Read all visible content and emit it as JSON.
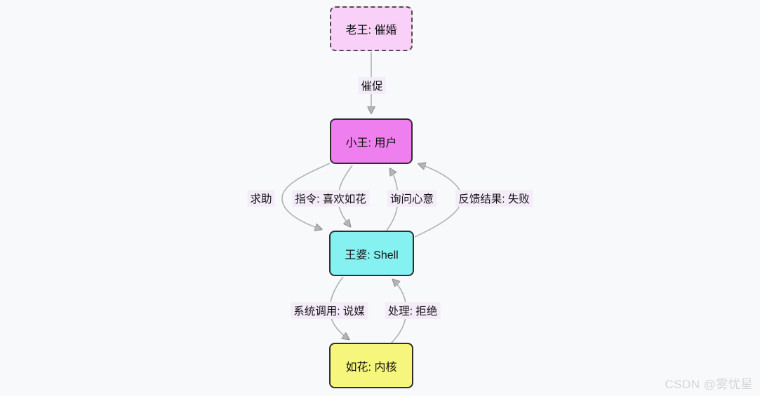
{
  "diagram": {
    "type": "flowchart",
    "direction": "top-down",
    "nodes": [
      {
        "id": "laowang",
        "label": "老王: 催婚",
        "fill": "#f8d0f8",
        "border_style": "dashed",
        "border_color": "#4d4d4d"
      },
      {
        "id": "xiaowang",
        "label": "小王: 用户",
        "fill": "#ef7fef",
        "border_style": "solid",
        "border_color": "#2e2e2e"
      },
      {
        "id": "wangpo",
        "label": "王婆: Shell",
        "fill": "#85f1f1",
        "border_style": "solid",
        "border_color": "#2e2e2e"
      },
      {
        "id": "ruhua",
        "label": "如花: 内核",
        "fill": "#f6f67c",
        "border_style": "solid",
        "border_color": "#2e2e2e"
      }
    ],
    "edges": [
      {
        "from": "laowang",
        "to": "xiaowang",
        "label": "催促"
      },
      {
        "from": "xiaowang",
        "to": "wangpo",
        "label": "求助"
      },
      {
        "from": "xiaowang",
        "to": "wangpo",
        "label": "指令: 喜欢如花"
      },
      {
        "from": "wangpo",
        "to": "xiaowang",
        "label": "询问心意"
      },
      {
        "from": "wangpo",
        "to": "xiaowang",
        "label": "反馈结果: 失败"
      },
      {
        "from": "wangpo",
        "to": "ruhua",
        "label": "系统调用: 说媒"
      },
      {
        "from": "ruhua",
        "to": "wangpo",
        "label": "处理: 拒绝"
      }
    ],
    "colors": {
      "background": "#f8f9fb",
      "edge_stroke": "#b1b1b1",
      "arrowhead_fill": "#b6b6b6",
      "edge_label_background": "#f4edf9",
      "text": "#141414"
    },
    "watermark": "CSDN @雾忧星"
  }
}
